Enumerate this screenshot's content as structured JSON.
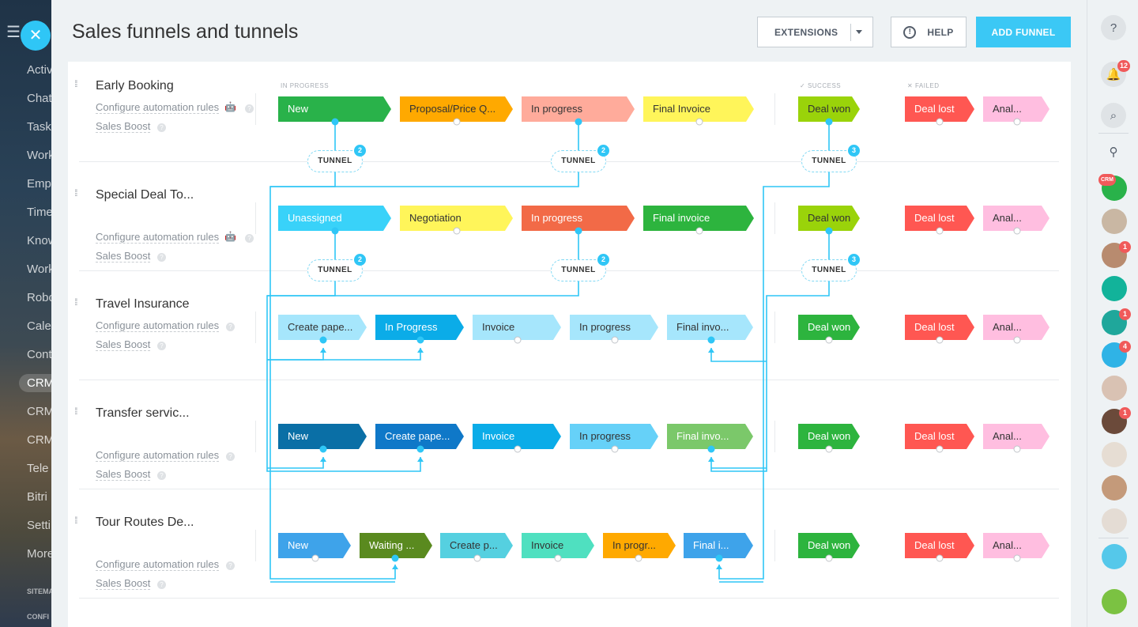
{
  "header": {
    "title": "Sales funnels and tunnels",
    "extensions_label": "EXTENSIONS",
    "help_label": "HELP",
    "add_funnel_label": "ADD FUNNEL"
  },
  "leftnav": {
    "items": [
      "Activ",
      "Chat",
      "Task",
      "Work",
      "Emp",
      "Time",
      "Know",
      "Work",
      "Robo",
      "Cale",
      "Cont",
      "CRM",
      "CRM",
      "CRM",
      "Tele",
      "Bitri",
      "Setti",
      "More"
    ],
    "active_index": 11,
    "footer": [
      "SITEMA",
      "CONFI"
    ]
  },
  "columns": {
    "in_progress": "IN PROGRESS",
    "success": "SUCCESS",
    "failed": "FAILED"
  },
  "labels": {
    "configure": "Configure automation rules",
    "boost": "Sales Boost",
    "tunnel": "TUNNEL"
  },
  "funnels": [
    {
      "name": "Early Booking",
      "stages": [
        {
          "label": "New",
          "color": "#29b24a"
        },
        {
          "label": "Proposal/Price Q...",
          "color": "#ffa900"
        },
        {
          "label": "In progress",
          "color": "#ffab9b"
        },
        {
          "label": "Final Invoice",
          "color": "#fff55a"
        }
      ],
      "won": {
        "label": "Deal won",
        "color": "#9ad30a"
      },
      "lost": [
        {
          "label": "Deal lost",
          "color": "#ff5752"
        },
        {
          "label": "Anal...",
          "color": "#ffbee0"
        }
      ],
      "tunnel_counts": [
        "2",
        "2",
        "3"
      ]
    },
    {
      "name": "Special Deal To...",
      "stages": [
        {
          "label": "Unassigned",
          "color": "#39d2f9"
        },
        {
          "label": "Negotiation",
          "color": "#fff55a"
        },
        {
          "label": "In progress",
          "color": "#f26a47"
        },
        {
          "label": "Final invoice",
          "color": "#2db43e"
        }
      ],
      "won": {
        "label": "Deal won",
        "color": "#9ad30a"
      },
      "lost": [
        {
          "label": "Deal lost",
          "color": "#ff5752"
        },
        {
          "label": "Anal...",
          "color": "#ffbee0"
        }
      ],
      "tunnel_counts": [
        "2",
        "2",
        "3"
      ]
    },
    {
      "name": "Travel Insurance",
      "stages": [
        {
          "label": "Create pape...",
          "color": "#a6e6fc"
        },
        {
          "label": "In Progress",
          "color": "#0bace8"
        },
        {
          "label": "Invoice",
          "color": "#a6e6fc"
        },
        {
          "label": "In progress",
          "color": "#a6e6fc"
        },
        {
          "label": "Final invo...",
          "color": "#a6e6fc"
        }
      ],
      "won": {
        "label": "Deal won",
        "color": "#2db43e"
      },
      "lost": [
        {
          "label": "Deal lost",
          "color": "#ff5752"
        },
        {
          "label": "Anal...",
          "color": "#ffbee0"
        }
      ]
    },
    {
      "name": "Transfer servic...",
      "stages": [
        {
          "label": "New",
          "color": "#0a6fa6"
        },
        {
          "label": "Create pape...",
          "color": "#0f78c8"
        },
        {
          "label": "Invoice",
          "color": "#0bace8"
        },
        {
          "label": "In progress",
          "color": "#66d1f8"
        },
        {
          "label": "Final invo...",
          "color": "#7bc86a"
        }
      ],
      "won": {
        "label": "Deal won",
        "color": "#2db43e"
      },
      "lost": [
        {
          "label": "Deal lost",
          "color": "#ff5752"
        },
        {
          "label": "Anal...",
          "color": "#ffbee0"
        }
      ]
    },
    {
      "name": "Tour Routes De...",
      "stages": [
        {
          "label": "New",
          "color": "#3ea3ea"
        },
        {
          "label": "Waiting ...",
          "color": "#5a8a1f"
        },
        {
          "label": "Create p...",
          "color": "#55d0e0"
        },
        {
          "label": "Invoice",
          "color": "#4fe0c0"
        },
        {
          "label": "In progr...",
          "color": "#ffa900"
        },
        {
          "label": "Final i...",
          "color": "#3ea3ea"
        }
      ],
      "won": {
        "label": "Deal won",
        "color": "#2db43e"
      },
      "lost": [
        {
          "label": "Deal lost",
          "color": "#ff5752"
        },
        {
          "label": "Anal...",
          "color": "#ffbee0"
        }
      ]
    }
  ],
  "rightbar": {
    "notifications_count": "12",
    "crm_badge": "CRM",
    "avatar_badges": [
      "1",
      "1",
      "4",
      "1"
    ]
  }
}
